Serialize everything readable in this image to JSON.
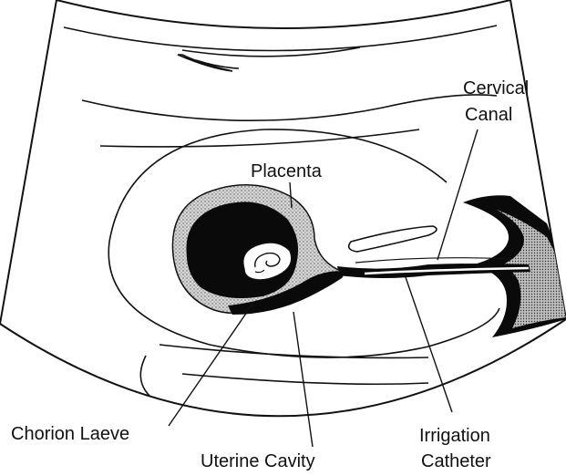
{
  "diagram": {
    "labels": {
      "cervical_canal_line1": "Cervical",
      "cervical_canal_line2": "Canal",
      "placenta": "Placenta",
      "chorion_laeve": "Chorion Laeve",
      "uterine_cavity": "Uterine Cavity",
      "irrigation_catheter_line1": "Irrigation",
      "irrigation_catheter_line2": "Catheter"
    }
  }
}
